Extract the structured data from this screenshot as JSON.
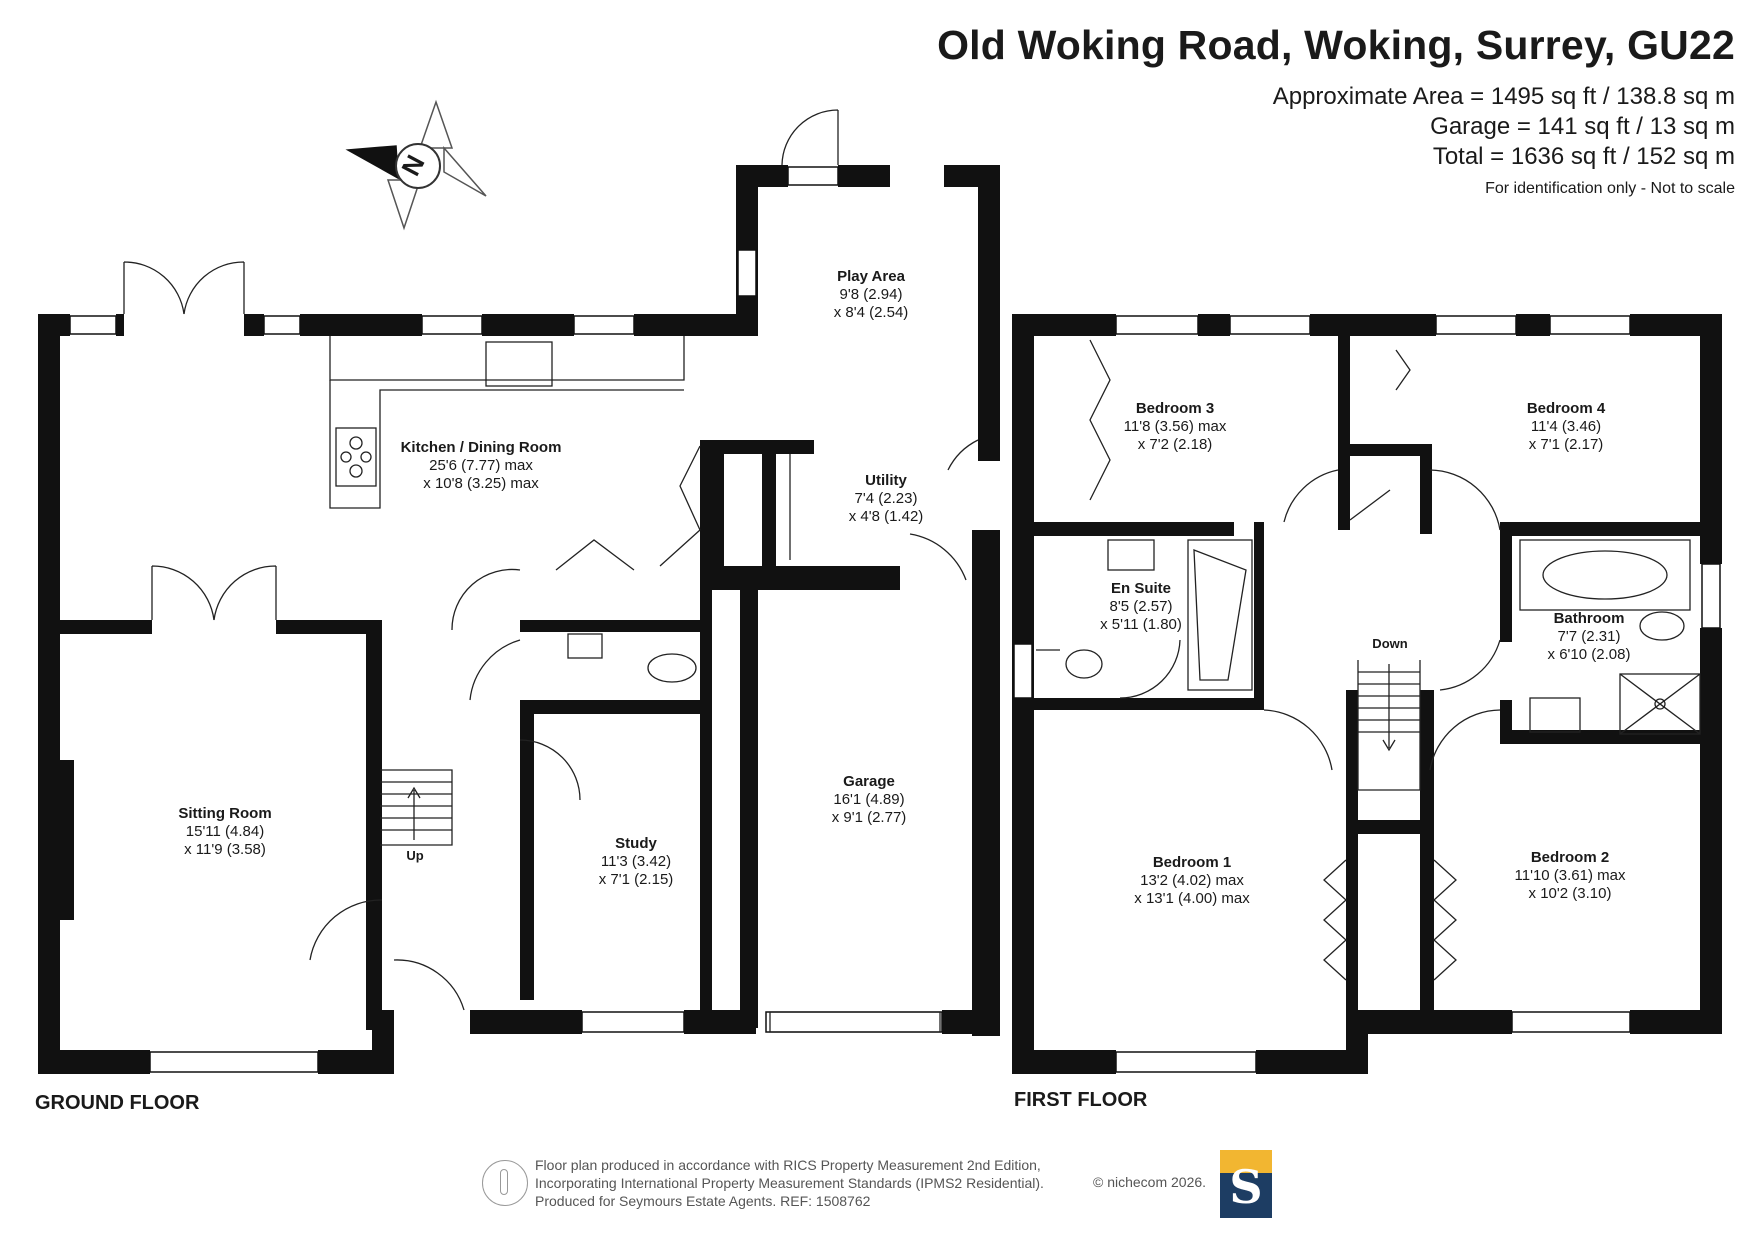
{
  "header": {
    "address": "Old Woking Road, Woking, Surrey, GU22",
    "approx_area": "Approximate Area = 1495 sq ft / 138.8 sq m",
    "garage_area": "Garage = 141 sq ft / 13 sq m",
    "total_area": "Total = 1636 sq ft / 152 sq m",
    "disclaimer": "For identification only - Not to scale"
  },
  "compass": {
    "label": "N"
  },
  "floors": {
    "ground": "GROUND FLOOR",
    "first": "FIRST FLOOR"
  },
  "rooms": {
    "play": {
      "name": "Play Area",
      "dim1": "9'8 (2.94)",
      "dim2": "x 8'4 (2.54)"
    },
    "kitchen": {
      "name": "Kitchen / Dining Room",
      "dim1": "25'6 (7.77) max",
      "dim2": "x 10'8 (3.25) max"
    },
    "utility": {
      "name": "Utility",
      "dim1": "7'4 (2.23)",
      "dim2": "x 4'8 (1.42)"
    },
    "sitting": {
      "name": "Sitting Room",
      "dim1": "15'11 (4.84)",
      "dim2": "x 11'9 (3.58)"
    },
    "study": {
      "name": "Study",
      "dim1": "11'3 (3.42)",
      "dim2": "x 7'1 (2.15)"
    },
    "garage": {
      "name": "Garage",
      "dim1": "16'1 (4.89)",
      "dim2": "x 9'1 (2.77)"
    },
    "bed3": {
      "name": "Bedroom 3",
      "dim1": "11'8 (3.56) max",
      "dim2": "x 7'2 (2.18)"
    },
    "bed4": {
      "name": "Bedroom 4",
      "dim1": "11'4 (3.46)",
      "dim2": "x 7'1 (2.17)"
    },
    "ensuite": {
      "name": "En Suite",
      "dim1": "8'5 (2.57)",
      "dim2": "x 5'11 (1.80)"
    },
    "bathroom": {
      "name": "Bathroom",
      "dim1": "7'7 (2.31)",
      "dim2": "x 6'10 (2.08)"
    },
    "bed1": {
      "name": "Bedroom 1",
      "dim1": "13'2 (4.02) max",
      "dim2": "x 13'1 (4.00) max"
    },
    "bed2": {
      "name": "Bedroom 2",
      "dim1": "11'10 (3.61) max",
      "dim2": "x 10'2 (3.10)"
    }
  },
  "stairs": {
    "up": "Up",
    "down": "Down"
  },
  "footer": {
    "line1": "Floor plan produced in accordance with RICS Property Measurement 2nd Edition,",
    "line2": "Incorporating International Property Measurement Standards (IPMS2 Residential).",
    "line3": "Produced for Seymours Estate Agents.   REF: 1508762",
    "copyright": "© nichecom 2026.",
    "logo_letter": "S"
  },
  "colors": {
    "wall": "#111111",
    "logo_gold": "#f2b631",
    "logo_navy": "#1d3d63"
  }
}
